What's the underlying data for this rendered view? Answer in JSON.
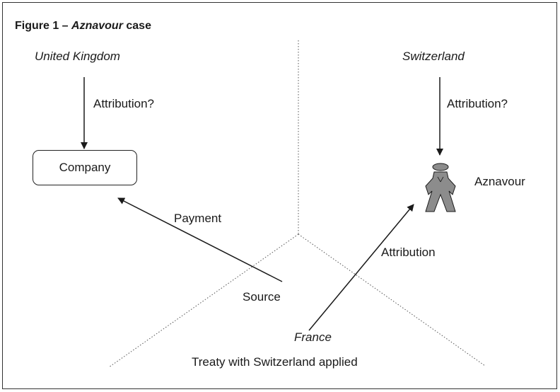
{
  "figure": {
    "title_prefix": "Figure 1 – ",
    "title_emphasis": "Aznavour",
    "title_suffix": " case"
  },
  "regions": {
    "united_kingdom": "United Kingdom",
    "switzerland": "Switzerland",
    "france": "France"
  },
  "nodes": {
    "company": "Company",
    "aznavour": "Aznavour",
    "source": "Source"
  },
  "edges": {
    "uk_attribution": "Attribution?",
    "ch_attribution": "Attribution?",
    "payment": "Payment",
    "attribution": "Attribution"
  },
  "caption": "Treaty with Switzerland applied",
  "colors": {
    "person_fill": "#8c8c8c",
    "line": "#1a1a1a",
    "border": "#333333"
  },
  "icons": {
    "person": "person-icon"
  }
}
